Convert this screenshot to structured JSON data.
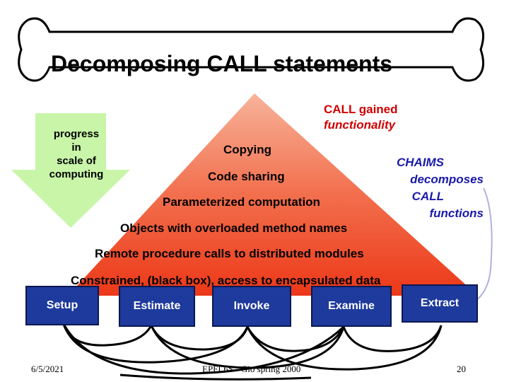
{
  "title": "Decomposing CALL statements",
  "progress_arrow": {
    "lines": [
      "progress",
      "in",
      "scale of",
      "computing"
    ],
    "color": "#c8f5a8"
  },
  "pyramid": {
    "layers": [
      "Copying",
      "Code sharing",
      "Parameterized computation",
      "Objects with overloaded method names",
      "Remote procedure calls to distributed modules",
      "Constrained, (black box), access to encapsulated data"
    ],
    "top_color": "#f07a5a",
    "bottom_color": "#ee3a1a"
  },
  "annotations": {
    "call_gained": [
      "CALL gained",
      "functionality"
    ],
    "chaims": [
      "CHAIMS",
      "decomposes",
      "CALL",
      "functions"
    ]
  },
  "steps": [
    "Setup",
    "Estimate",
    "Invoke",
    "Examine",
    "Extract"
  ],
  "footer": {
    "date": "6/5/2021",
    "course": "EPFL6S - Gio spring 2000",
    "page": "20"
  }
}
